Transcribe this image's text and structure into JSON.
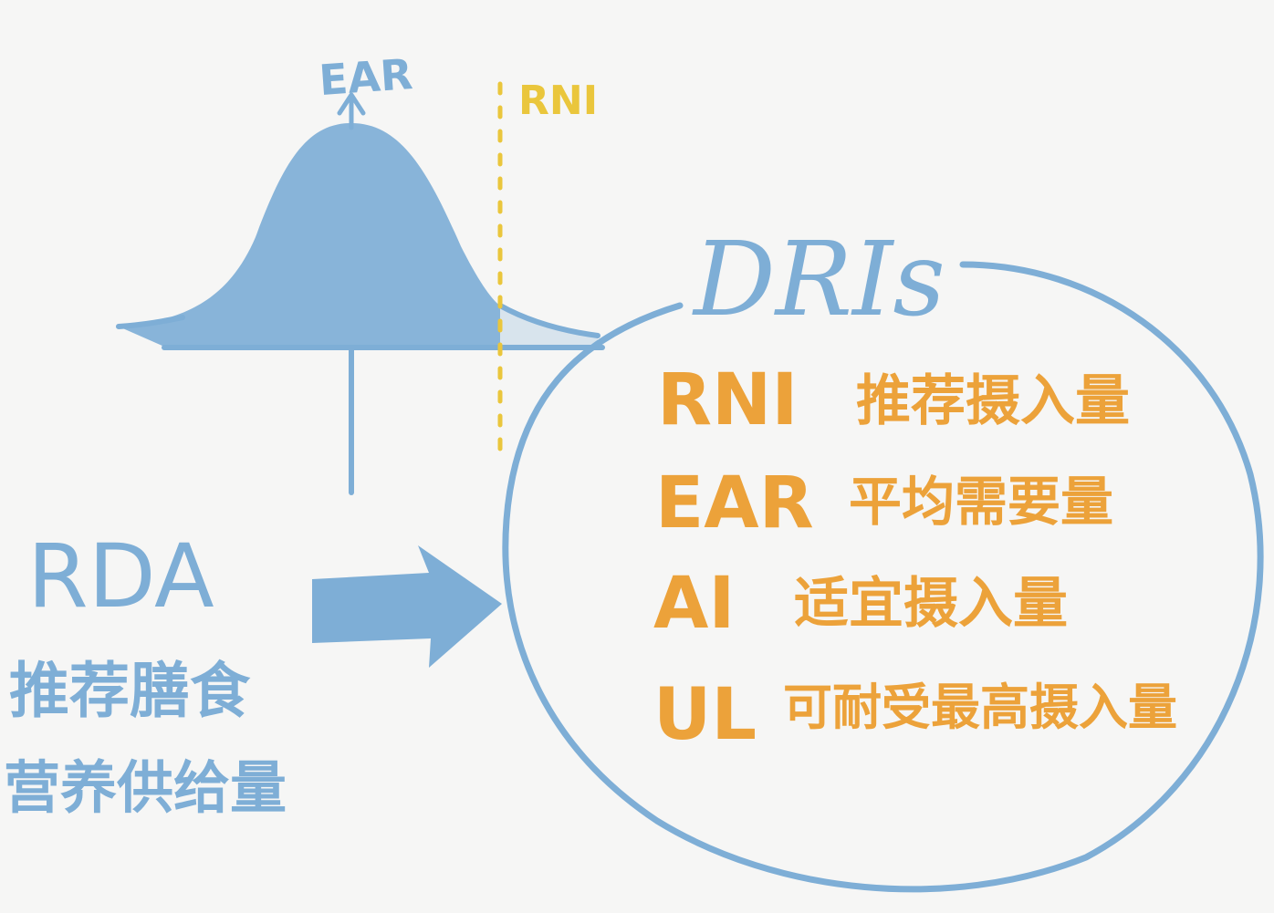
{
  "curve": {
    "peak_label": "EAR",
    "marker_label": "RNI"
  },
  "left": {
    "abbr": "RDA",
    "line1": "推荐膳食",
    "line2": "营养供给量"
  },
  "circle": {
    "title": "DRIs",
    "items": [
      {
        "abbr": "RNI",
        "text": "推荐摄入量"
      },
      {
        "abbr": "EAR",
        "text": "平均需要量"
      },
      {
        "abbr": "AI",
        "text": "适宜摄入量"
      },
      {
        "abbr": "UL",
        "text": "可耐受最高摄入量"
      }
    ]
  },
  "colors": {
    "blue": "#7eaed6",
    "orange": "#eca23a",
    "yellow": "#eac63c",
    "background": "#f6f6f5"
  }
}
